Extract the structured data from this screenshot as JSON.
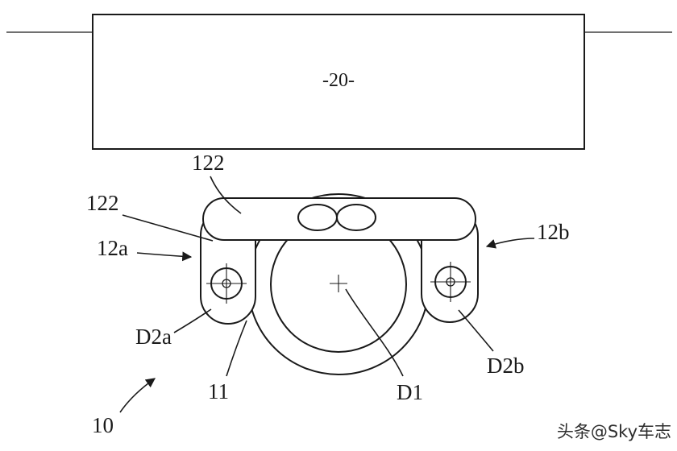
{
  "diagram": {
    "box_label": "-20-",
    "callouts": {
      "c122_top": "122",
      "c122_left": "122",
      "c12a": "12a",
      "c12b": "12b",
      "cD2a": "D2a",
      "c11": "11",
      "cD1": "D1",
      "cD2b": "D2b",
      "c10": "10"
    },
    "watermark": "头条@Sky车志",
    "colors": {
      "stroke": "#1a1a1a",
      "background": "#ffffff",
      "watermark": "#2e2e2e"
    }
  }
}
